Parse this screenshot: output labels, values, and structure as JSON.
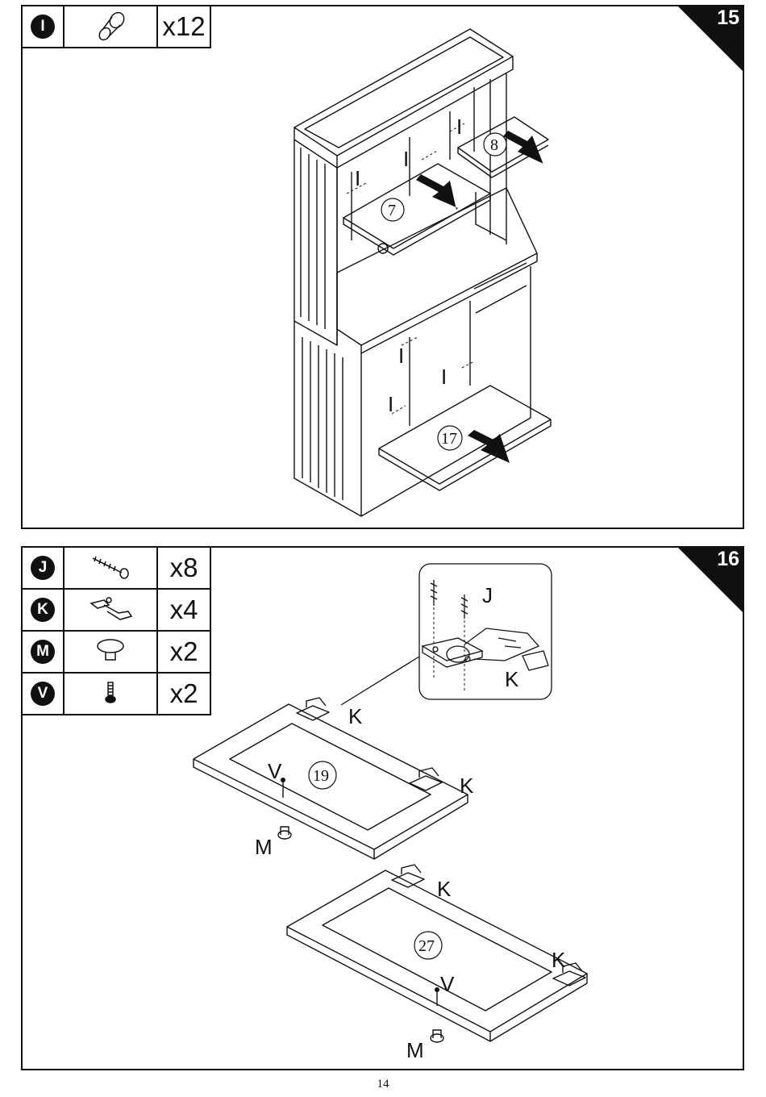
{
  "page_number": "14",
  "steps": [
    {
      "number": "15",
      "parts": [
        {
          "letter": "I",
          "icon": "knob-dowel-icon",
          "qty": "x12"
        }
      ],
      "callouts": {
        "panel_a": "8",
        "panel_b": "7",
        "panel_c": "17",
        "part_label": "I"
      }
    },
    {
      "number": "16",
      "parts": [
        {
          "letter": "J",
          "icon": "screw-icon",
          "qty": "x8"
        },
        {
          "letter": "K",
          "icon": "hinge-icon",
          "qty": "x4"
        },
        {
          "letter": "M",
          "icon": "knob-icon",
          "qty": "x2"
        },
        {
          "letter": "V",
          "icon": "bolt-icon",
          "qty": "x2"
        }
      ],
      "callouts": {
        "door_a": "19",
        "door_b": "27",
        "label_k": "K",
        "label_v": "V",
        "label_m": "M",
        "label_j": "J"
      }
    }
  ]
}
